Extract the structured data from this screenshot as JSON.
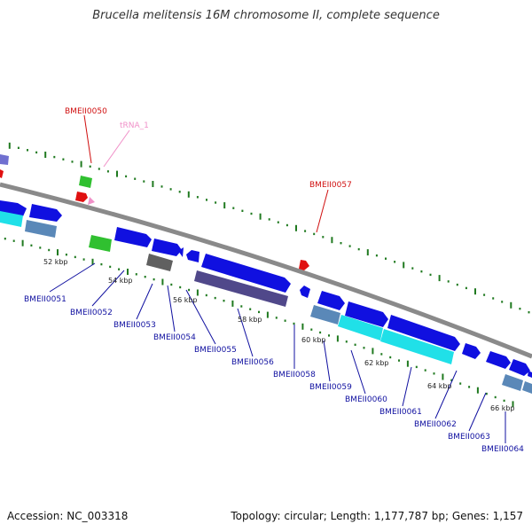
{
  "title": "Brucella melitensis 16M chromosome II, complete sequence",
  "footer": {
    "accession": "Accession: NC_003318",
    "topology": "Topology: circular; Length: 1,177,787 bp; Genes: 1,157"
  },
  "colors": {
    "backbone": "#8a8a8a",
    "cds_forward": "#1010e0",
    "cds_reverse_cyan": "#20e0e8",
    "cds_steel": "#5a88b8",
    "cds_purple": "#50488a",
    "cds_gray": "#606060",
    "cds_green": "#30c030",
    "cds_red": "#e01010",
    "trna_pink": "#f090c8",
    "label_blue": "#1010a0",
    "label_red": "#d01010",
    "label_pink": "#f090c8",
    "dots": "#207a20"
  },
  "ticks": [
    "52 kbp",
    "54 kbp",
    "56 kbp",
    "58 kbp",
    "60 kbp",
    "62 kbp",
    "64 kbp",
    "66 kbp"
  ],
  "genes_below": [
    "BMEII0051",
    "BMEII0052",
    "BMEII0053",
    "BMEII0054",
    "BMEII0055",
    "BMEII0056",
    "BMEII0058",
    "BMEII0059",
    "BMEII0060",
    "BMEII0061",
    "BMEII0062",
    "BMEII0063",
    "BMEII0064"
  ],
  "genes_above": [
    {
      "name": "BMEII0050",
      "color": "red"
    },
    {
      "name": "tRNA_1",
      "color": "pink"
    },
    {
      "name": "BMEII0057",
      "color": "red"
    }
  ]
}
